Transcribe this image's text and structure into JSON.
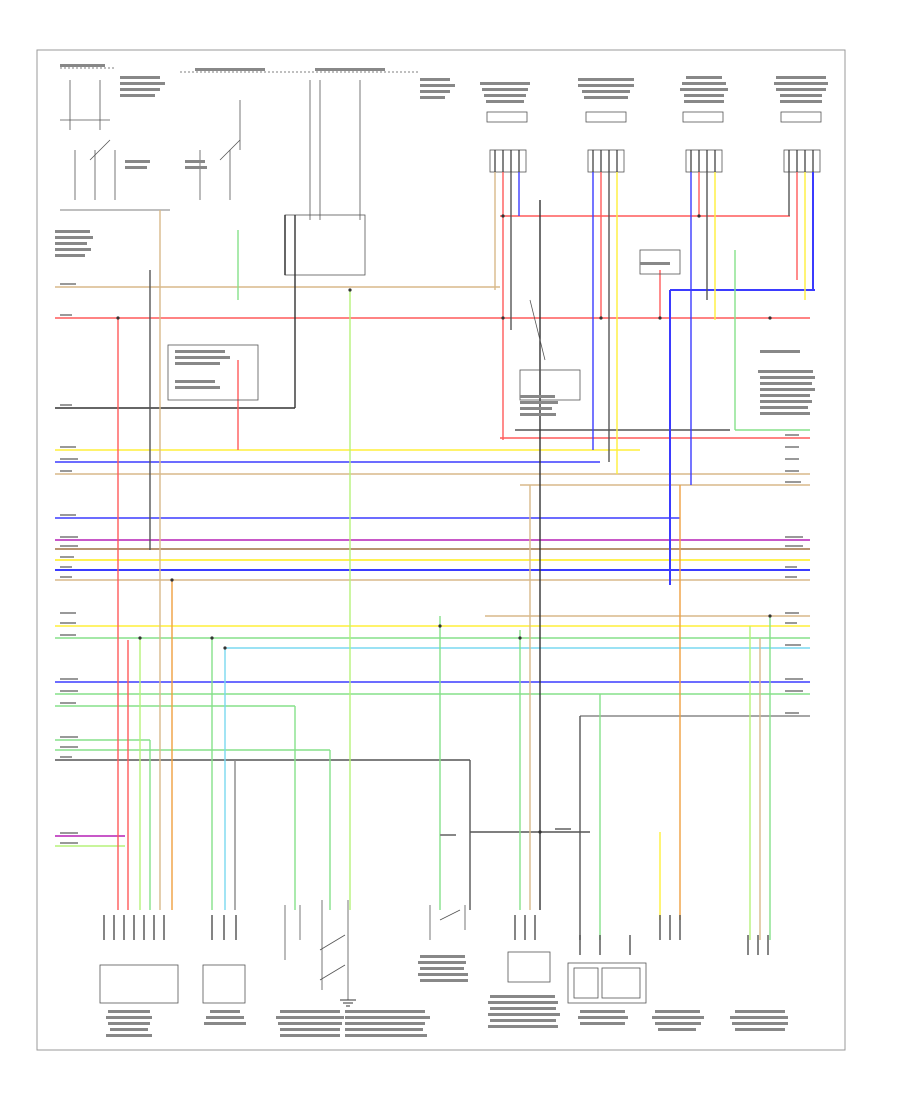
{
  "diagram": {
    "colors": {
      "red": "#ff5a5a",
      "blue": "#3b3bff",
      "yellow": "#ffef3a",
      "green": "#86e08a",
      "light_green": "#b6f27a",
      "tan": "#d8b98a",
      "orange": "#f0a040",
      "brown": "#a07040",
      "magenta": "#c040c0",
      "cyan": "#7ad8f0",
      "black": "#333333",
      "gray": "#888888",
      "pink": "#ff9aa8"
    },
    "bottom_components": [
      {
        "id": "c1"
      },
      {
        "id": "c2"
      },
      {
        "id": "c3"
      },
      {
        "id": "c4"
      },
      {
        "id": "c5"
      },
      {
        "id": "c6"
      },
      {
        "id": "c7"
      },
      {
        "id": "c8"
      }
    ]
  }
}
